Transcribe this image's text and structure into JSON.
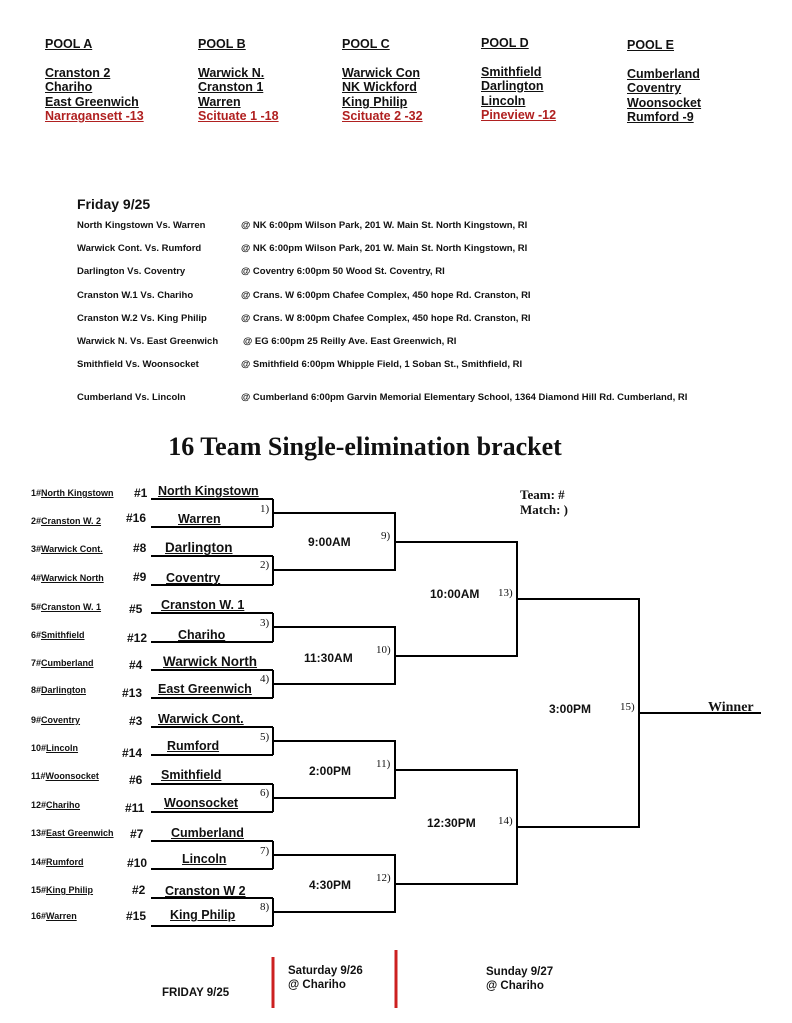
{
  "pools": [
    {
      "name": "POOL A",
      "teams": [
        {
          "label": "Cranston 2"
        },
        {
          "label": "Chariho"
        },
        {
          "label": "East Greenwich"
        },
        {
          "label": "Narragansett   -13",
          "red": true
        }
      ]
    },
    {
      "name": "POOL B",
      "teams": [
        {
          "label": "Warwick N."
        },
        {
          "label": "Cranston 1"
        },
        {
          "label": "Warren"
        },
        {
          "label": "Scituate 1   -18",
          "red": true
        }
      ]
    },
    {
      "name": "POOL C",
      "teams": [
        {
          "label": "Warwick Con"
        },
        {
          "label": "NK Wickford"
        },
        {
          "label": "King Philip"
        },
        {
          "label": "Scituate 2  -32",
          "red": true
        }
      ]
    },
    {
      "name": "POOL D",
      "teams": [
        {
          "label": "Smithfield"
        },
        {
          "label": "Darlington"
        },
        {
          "label": "Lincoln"
        },
        {
          "label": "Pineview  -12",
          "red": true
        }
      ]
    },
    {
      "name": "POOL E",
      "teams": [
        {
          "label": "Cumberland"
        },
        {
          "label": "Coventry"
        },
        {
          "label": "Woonsocket"
        },
        {
          "label": "Rumford   -9"
        }
      ]
    }
  ],
  "schedule": {
    "title": "Friday 9/25",
    "games": [
      {
        "matchup": "North Kingstown Vs. Warren",
        "location": "@ NK  6:00pm  Wilson Park, 201 W. Main St. North Kingstown, RI"
      },
      {
        "matchup": "Warwick Cont. Vs. Rumford",
        "location": "@ NK  6:00pm  Wilson Park, 201 W. Main St. North Kingstown, RI"
      },
      {
        "matchup": "Darlington Vs. Coventry",
        "location": "@ Coventry 6:00pm  50 Wood St. Coventry, RI"
      },
      {
        "matchup": "Cranston W.1  Vs. Chariho",
        "location": "@ Crans. W  6:00pm  Chafee Complex, 450 hope Rd.  Cranston, RI"
      },
      {
        "matchup": "Cranston W.2  Vs. King Philip",
        "location": "@ Crans. W 8:00pm  Chafee Complex, 450 hope Rd.  Cranston, RI"
      },
      {
        "matchup": "Warwick N.  Vs. East Greenwich",
        "location": "@ EG  6:00pm  25 Reilly Ave. East Greenwich, RI"
      },
      {
        "matchup": "Smithfield Vs. Woonsocket",
        "location": "@ Smithfield 6:00pm  Whipple Field, 1 Soban St., Smithfield, RI"
      },
      {
        "matchup": "Cumberland Vs. Lincoln",
        "location": "@ Cumberland 6:00pm  Garvin Memorial Elementary School, 1364 Diamond Hill Rd. Cumberland, RI"
      }
    ]
  },
  "bracket": {
    "title": "16 Team Single-elimination bracket",
    "legend_team": "Team: #",
    "legend_match": "Match: )",
    "winner_label": "Winner",
    "seeds": [
      {
        "num": "1#",
        "name": "North Kingstown"
      },
      {
        "num": "2#",
        "name": "Cranston W. 2"
      },
      {
        "num": "3#",
        "name": "Warwick Cont."
      },
      {
        "num": "4#",
        "name": "Warwick North"
      },
      {
        "num": "5#",
        "name": "Cranston W. 1"
      },
      {
        "num": "6#",
        "name": "Smithfield"
      },
      {
        "num": "7#",
        "name": "Cumberland"
      },
      {
        "num": "8#",
        "name": "Darlington"
      },
      {
        "num": "9#",
        "name": "Coventry"
      },
      {
        "num": "10#",
        "name": "Lincoln"
      },
      {
        "num": "11#",
        "name": "Woonsocket"
      },
      {
        "num": "12#",
        "name": "Chariho"
      },
      {
        "num": "13#",
        "name": "East Greenwich"
      },
      {
        "num": "14#",
        "name": "Rumford"
      },
      {
        "num": "15#",
        "name": "King Philip"
      },
      {
        "num": "16#",
        "name": "Warren"
      }
    ],
    "slots": [
      {
        "seed": "#1",
        "team": "North Kingstown"
      },
      {
        "seed": "#16",
        "team": "Warren"
      },
      {
        "seed": "#8",
        "team": "Darlington"
      },
      {
        "seed": "#9",
        "team": "Coventry"
      },
      {
        "seed": "#5",
        "team": "Cranston W. 1"
      },
      {
        "seed": "#12",
        "team": "Chariho"
      },
      {
        "seed": "#4",
        "team": "Warwick North"
      },
      {
        "seed": "#13",
        "team": "East Greenwich"
      },
      {
        "seed": "#3",
        "team": "Warwick Cont."
      },
      {
        "seed": "#14",
        "team": "Rumford"
      },
      {
        "seed": "#6",
        "team": "Smithfield"
      },
      {
        "seed": "#11",
        "team": "Woonsocket"
      },
      {
        "seed": "#7",
        "team": "Cumberland"
      },
      {
        "seed": "#10",
        "team": "Lincoln"
      },
      {
        "seed": "#2",
        "team": "Cranston W 2"
      },
      {
        "seed": "#15",
        "team": "King Philip"
      }
    ],
    "matches": [
      "1)",
      "2)",
      "3)",
      "4)",
      "5)",
      "6)",
      "7)",
      "8)",
      "9)",
      "10)",
      "11)",
      "12)",
      "13)",
      "14)",
      "15)"
    ],
    "times": {
      "m9": "9:00AM",
      "m10": "11:30AM",
      "m11": "2:00PM",
      "m12": "4:30PM",
      "m13": "10:00AM",
      "m14": "12:30PM",
      "m15": "3:00PM"
    }
  },
  "footer": {
    "friday": "FRIDAY 9/25",
    "saturday_date": "Saturday  9/26",
    "saturday_loc": "@ Chariho",
    "sunday_date": "Sunday 9/27",
    "sunday_loc": "@ Chariho",
    "divider_color": "#cc2020"
  }
}
